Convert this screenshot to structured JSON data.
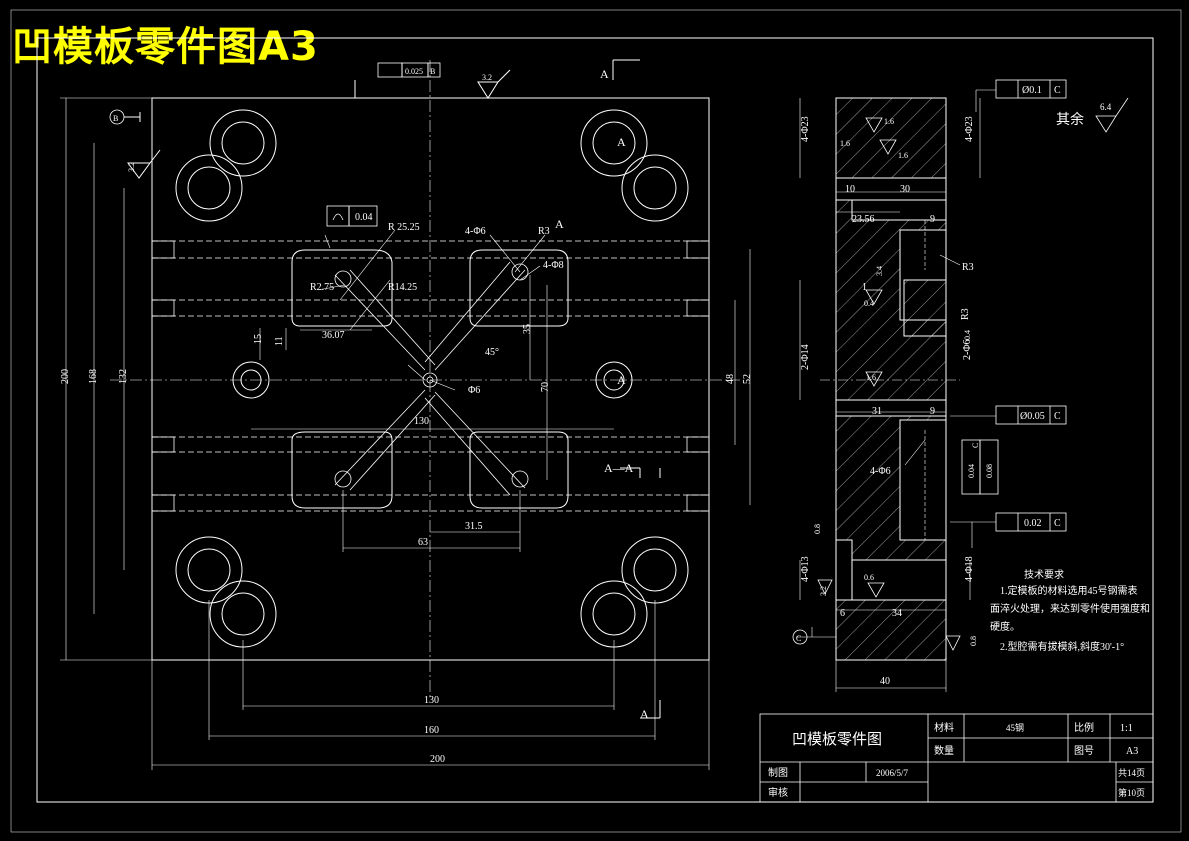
{
  "title": "凹模板零件图A3",
  "dims_front": {
    "d200_h": "200",
    "d160_h": "160",
    "d130_h": "130",
    "d63": "63",
    "d31_5": "31.5",
    "d130_inner": "130",
    "d200_v": "200",
    "d168_v": "168",
    "d132_v": "132",
    "d52": "52",
    "d48": "48",
    "d70": "70",
    "d35": "35",
    "d15": "15",
    "d11": "11",
    "d36": "36.07",
    "r25": "R 25.25",
    "r14": "R14.25",
    "r2": "R2.75",
    "r3a": "R3",
    "h4_6": "4-Φ6",
    "h4_8": "4-Φ8",
    "phi6": "Φ6",
    "a45": "45°",
    "flat": "0.04",
    "perp": "0.025",
    "datum_b": "B",
    "rough32a": "3.2",
    "rough32b": "3.2",
    "sec_a1": "A",
    "sec_a2": "A",
    "sec_aa": "A—A",
    "sec_a3": "A",
    "sec_a4": "A",
    "sec_a5": "A"
  },
  "dims_side": {
    "d40": "40",
    "d34": "34",
    "d6": "6",
    "d10": "10",
    "d30": "30",
    "d23": "23.56",
    "d9a": "9",
    "d31": "31",
    "d9b": "9",
    "h4_23a": "4-Φ23",
    "h4_23b": "4-Φ23",
    "h4_13": "4-Φ13",
    "h4_18": "4-Φ18",
    "h2_14": "2-Φ14",
    "h2_6": "2-Φ6",
    "h4_6": "4-Φ6",
    "r3": "R3",
    "r3b": "R3",
    "d1": "1",
    "r16a": "1.6",
    "r16b": "1.6",
    "r16c": "1.6",
    "r16d": "1.6",
    "r04": "0.4",
    "r06": "0.6",
    "r08a": "0.8",
    "r08b": "0.8",
    "r32": "3.2",
    "r04b": "0.4",
    "r34": "3.4",
    "tol1": "Ø0.1",
    "tol1_d": "C",
    "tol2": "Ø0.05",
    "tol2_d": "C",
    "tol3": "0.02",
    "tol3_d": "C",
    "tol_par": "0.04",
    "tol_par_d": "C",
    "tol_flat": "0.08",
    "datum_c": "C",
    "others": "其余",
    "others_r": "6.4"
  },
  "notes": {
    "heading": "技术要求",
    "line1": "1.定模板的材料选用45号钢需表",
    "line2": "面淬火处理，来达到零件使用强度和",
    "line3": "硬度。",
    "line4": "2.型腔需有拔模斜,斜度30'-1°"
  },
  "title_block": {
    "part_name": "凹模板零件图",
    "material_label": "材料",
    "material_value": "45钢",
    "scale_label": "比例",
    "scale_value": "1:1",
    "qty_label": "数量",
    "drawing_no_label": "图号",
    "drawing_no_value": "A3",
    "drawn_label": "制图",
    "drawn_date": "2006/5/7",
    "check_label": "审核",
    "total_pages": "共14页",
    "page_no": "第10页"
  }
}
